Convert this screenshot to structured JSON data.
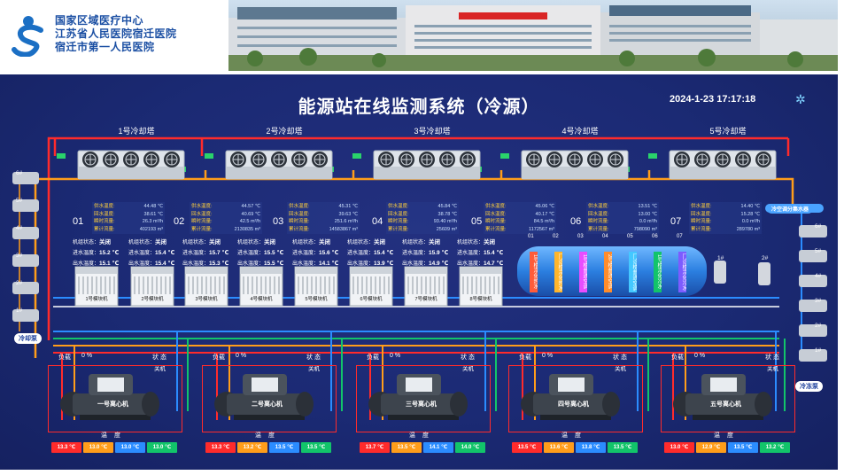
{
  "hospital": {
    "line1": "国家区域医疗中心",
    "line2": "江苏省人民医院宿迁医院",
    "line3": "宿迁市第一人民医院"
  },
  "title": "能源站在线监测系统（冷源）",
  "datetime": "2024-1-23 17:17:18",
  "towers": [
    "1号冷却塔",
    "2号冷却塔",
    "3号冷却塔",
    "4号冷却塔",
    "5号冷却塔"
  ],
  "readout_labels": {
    "supply": "供水温度:",
    "return": "回水温度:",
    "flow": "瞬时流量:",
    "total": "累计流量:"
  },
  "readouts": [
    {
      "no": "01",
      "supply": "44.48 ℃",
      "return": "38.61 ℃",
      "flow": "26.3 m³/h",
      "total": "402193 m³"
    },
    {
      "no": "02",
      "supply": "44.57 ℃",
      "return": "40.69 ℃",
      "flow": "42.5 m³/h",
      "total": "2130835 m³"
    },
    {
      "no": "03",
      "supply": "45.31 ℃",
      "return": "39.63 ℃",
      "flow": "251.6 m³/h",
      "total": "14583867 m³"
    },
    {
      "no": "04",
      "supply": "45.84 ℃",
      "return": "38.78 ℃",
      "flow": "93.40 m³/h",
      "total": "25609 m³"
    },
    {
      "no": "05",
      "supply": "45.06 ℃",
      "return": "40.17 ℃",
      "flow": "84.5 m³/h",
      "total": "1172567 m³"
    },
    {
      "no": "06",
      "supply": "13.51 ℃",
      "return": "13.00 ℃",
      "flow": "0.0 m³/h",
      "total": "798090 m³"
    },
    {
      "no": "07",
      "supply": "14.40 ℃",
      "return": "15.28 ℃",
      "flow": "0.0 m³/h",
      "total": "289780 m³"
    }
  ],
  "module_labels": {
    "state": "机组状态：",
    "state_val": "关闭",
    "in": "进水温度：",
    "out": "出水温度："
  },
  "modules": [
    {
      "name": "1号模块机",
      "in": "15.2 ℃",
      "out": "15.1 ℃"
    },
    {
      "name": "2号模块机",
      "in": "15.4 ℃",
      "out": "15.4 ℃"
    },
    {
      "name": "3号模块机",
      "in": "15.7 ℃",
      "out": "15.3 ℃"
    },
    {
      "name": "4号模块机",
      "in": "15.5 ℃",
      "out": "15.5 ℃"
    },
    {
      "name": "5号模块机",
      "in": "15.6 ℃",
      "out": "14.1 ℃"
    },
    {
      "name": "6号模块机",
      "in": "15.4 ℃",
      "out": "13.9 ℃"
    },
    {
      "name": "7号模块机",
      "in": "15.9 ℃",
      "out": "14.9 ℃"
    },
    {
      "name": "8号模块机",
      "in": "15.4 ℃",
      "out": "14.7 ℃"
    }
  ],
  "tank": {
    "numbers": [
      "01",
      "02",
      "03",
      "04",
      "05",
      "06",
      "07"
    ],
    "labels": [
      "1号楼净化热水",
      "门诊楼净化热水",
      "1号楼普通空调",
      "2号楼普通空调",
      "门诊楼普通空调",
      "1号楼净化冷水",
      "门诊楼净化冷水"
    ],
    "header": "冷空调分集水器",
    "pumps": [
      "1#",
      "2#"
    ]
  },
  "left_pumps": [
    "6#",
    "5#",
    "4#",
    "3#",
    "2#",
    "1#"
  ],
  "right_pumps": [
    "6#",
    "5#",
    "4#",
    "3#",
    "2#",
    "1#"
  ],
  "left_pump_label": "冷却泵",
  "right_pump_label": "冷冻泵",
  "chiller_labels": {
    "load": "负载",
    "state": "状 态",
    "temp": "温 度"
  },
  "chillers": [
    {
      "name": "一号离心机",
      "load": "0 %",
      "state": "关机",
      "temps": [
        "13.3 ℃",
        "13.0 ℃",
        "13.0 ℃",
        "13.0 ℃"
      ]
    },
    {
      "name": "二号离心机",
      "load": "0 %",
      "state": "关机",
      "temps": [
        "13.3 ℃",
        "13.2 ℃",
        "13.5 ℃",
        "13.5 ℃"
      ]
    },
    {
      "name": "三号离心机",
      "load": "0 %",
      "state": "关机",
      "temps": [
        "13.7 ℃",
        "13.5 ℃",
        "14.1 ℃",
        "14.0 ℃"
      ]
    },
    {
      "name": "四号离心机",
      "load": "0 %",
      "state": "关机",
      "temps": [
        "13.5 ℃",
        "13.6 ℃",
        "13.8 ℃",
        "13.5 ℃"
      ]
    },
    {
      "name": "五号离心机",
      "load": "0 %",
      "state": "关机",
      "temps": [
        "13.0 ℃",
        "12.9 ℃",
        "13.5 ℃",
        "13.2 ℃"
      ]
    }
  ],
  "colors": {
    "red": "#ff2b2b",
    "orange": "#ff9d1a",
    "blue": "#2b8cff",
    "green": "#12c46a",
    "bg": "#1b2a74"
  }
}
